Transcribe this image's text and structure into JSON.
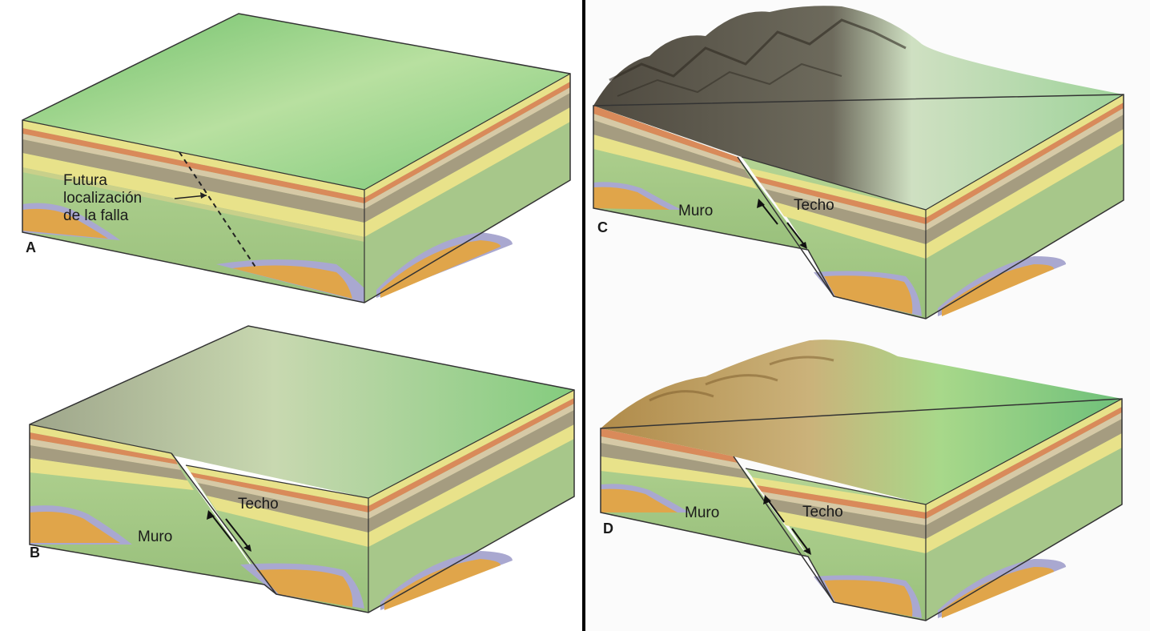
{
  "diagrams": {
    "A": {
      "letter": "A",
      "label_lines": [
        "Futura",
        "localización",
        "de la falla"
      ]
    },
    "B": {
      "letter": "B",
      "muro": "Muro",
      "techo": "Techo"
    },
    "C": {
      "letter": "C",
      "muro": "Muro",
      "techo": "Techo"
    },
    "D": {
      "letter": "D",
      "muro": "Muro",
      "techo": "Techo"
    }
  },
  "colors": {
    "surface_green": "#7fc77a",
    "surface_pale": "#c9e6a8",
    "mountain_dark": "#5a554a",
    "mountain_tan": "#a8874c",
    "layer_yellow": "#e8e28a",
    "layer_orange": "#d98a5a",
    "layer_gray": "#a59c80",
    "layer_green": "#a9c98a",
    "basement_blue": "#a9a8d0",
    "basement_orange": "#e0a54a"
  }
}
